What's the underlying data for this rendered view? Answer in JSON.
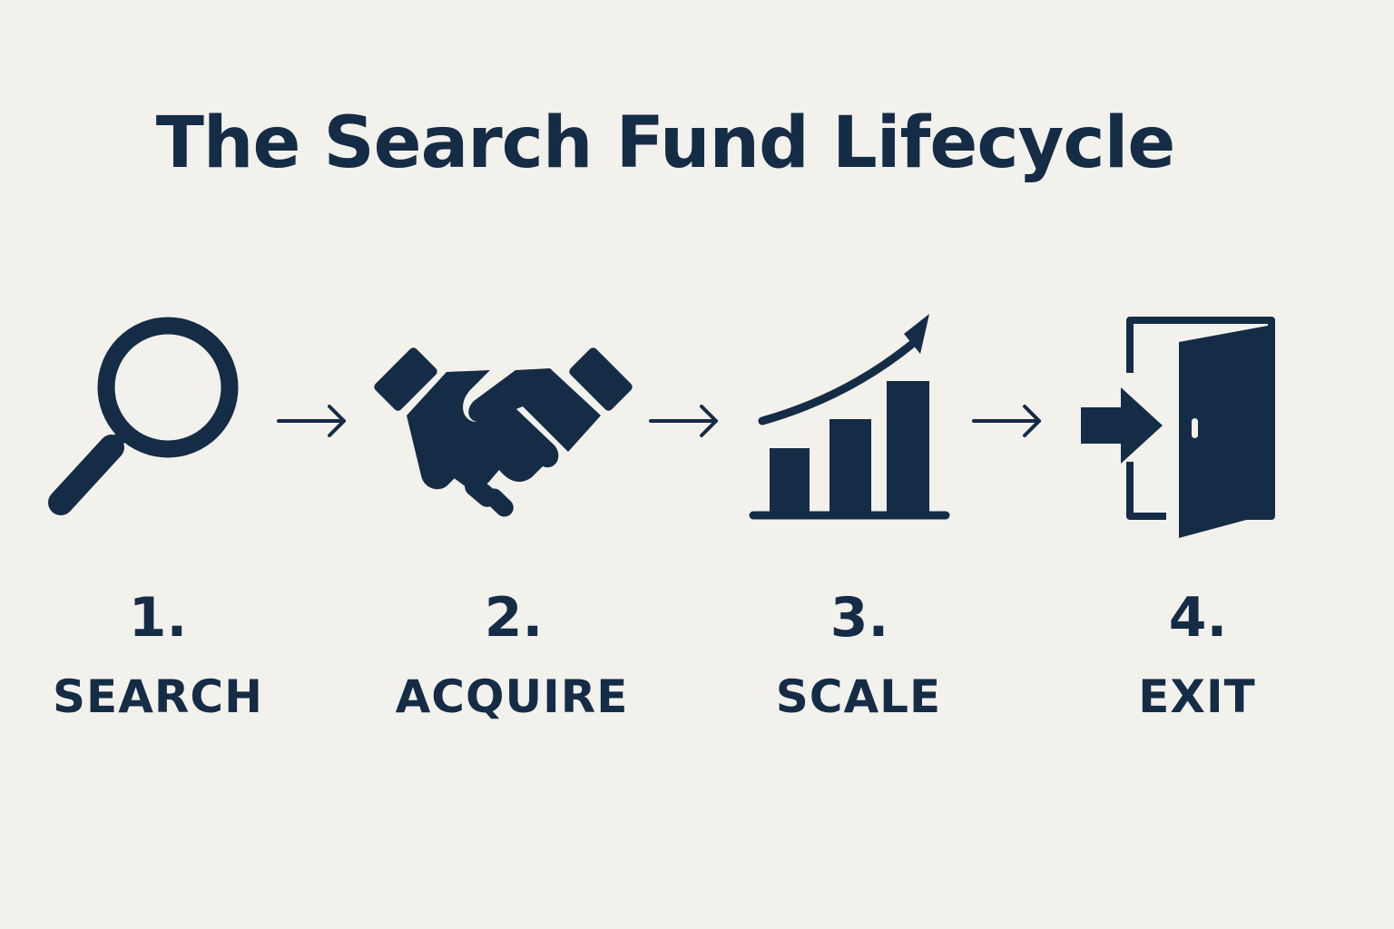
{
  "title": "The Search Fund Lifecycle",
  "colors": {
    "ink": "#152c46",
    "background": "#f3f1ec"
  },
  "steps": [
    {
      "number": "1.",
      "label": "SEARCH",
      "icon": "magnifying-glass-icon"
    },
    {
      "number": "2.",
      "label": "ACQUIRE",
      "icon": "handshake-icon"
    },
    {
      "number": "3.",
      "label": "SCALE",
      "icon": "growth-bar-chart-icon"
    },
    {
      "number": "4.",
      "label": "EXIT",
      "icon": "exit-door-icon"
    }
  ],
  "connector_icon": "right-arrow-icon"
}
